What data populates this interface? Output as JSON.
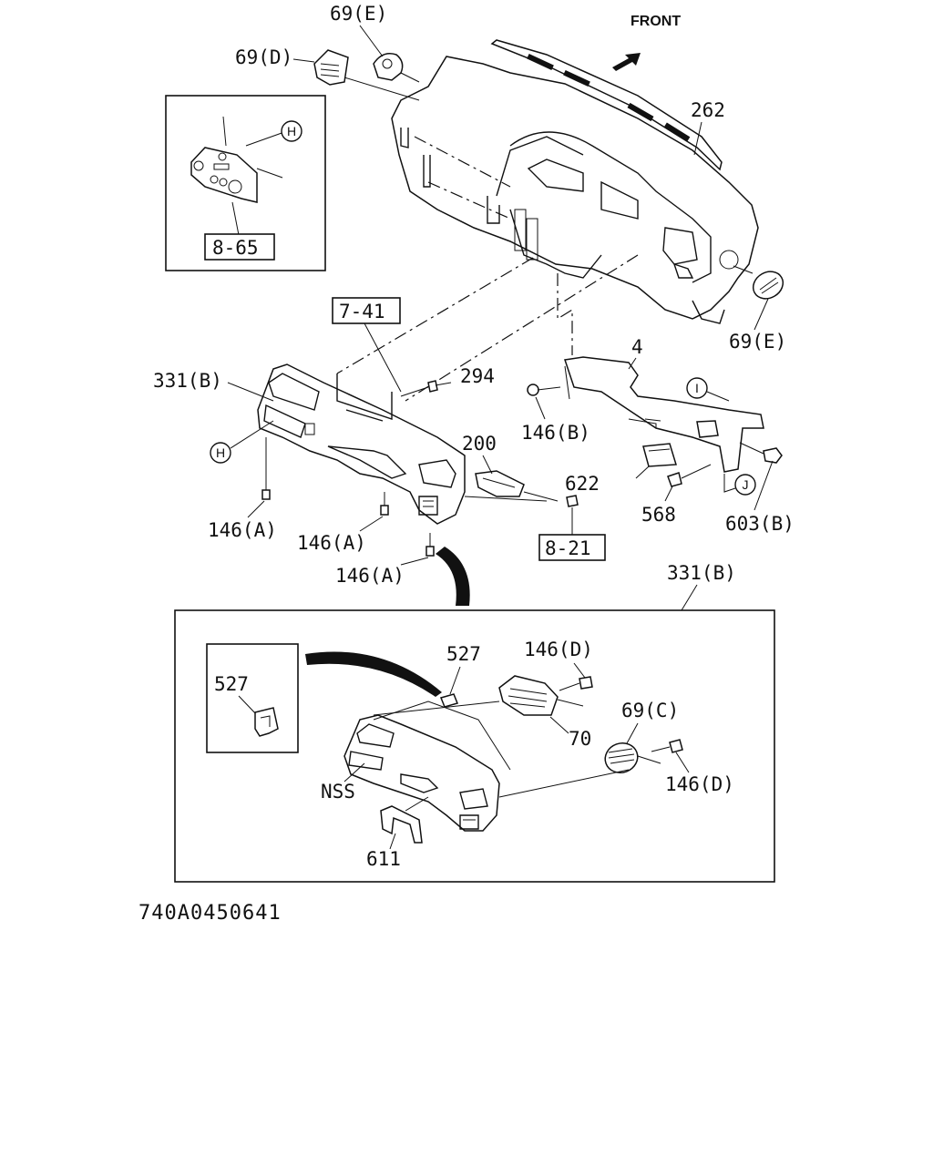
{
  "diagram": {
    "front_label": "FRONT",
    "drawing_id": "740A0450641",
    "callouts": {
      "p69e_top": "69(E)",
      "p69d": "69(D)",
      "p262": "262",
      "p69e_right": "69(E)",
      "p331b": "331(B)",
      "p294": "294",
      "p4": "4",
      "p146b": "146(B)",
      "p200": "200",
      "p622": "622",
      "p568": "568",
      "p603b": "603(B)",
      "p146a_1": "146(A)",
      "p146a_2": "146(A)",
      "p146a_3": "146(A)",
      "p331b_box": "331(B)",
      "p527_main": "527",
      "p146d_1": "146(D)",
      "p69c": "69(C)",
      "p70": "70",
      "p146d_2": "146(D)",
      "p527_inset": "527",
      "nss": "NSS",
      "p611": "611"
    },
    "references": {
      "ref865": "8-65",
      "ref741": "7-41",
      "ref821": "8-21"
    },
    "markers": {
      "h_inset": "H",
      "h_main": "H",
      "i": "I",
      "j": "J"
    }
  }
}
